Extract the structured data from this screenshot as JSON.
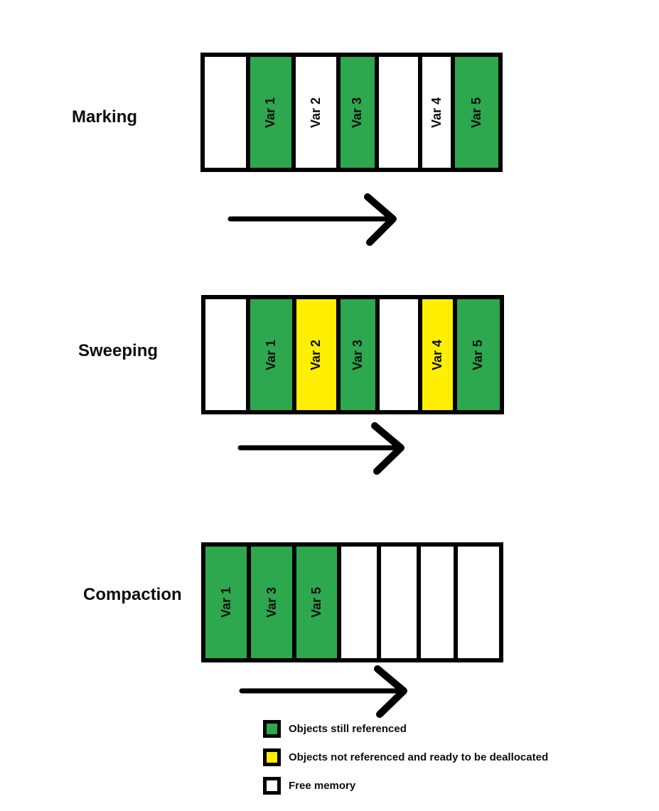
{
  "colors": {
    "referenced": "#2DA84E",
    "unreferenced": "#FEEE00",
    "free": "#FFFFFF",
    "outline": "#000000"
  },
  "stages": [
    {
      "label": "Marking",
      "cells": [
        {
          "type": "free",
          "label": ""
        },
        {
          "type": "referenced",
          "label": "Var 1"
        },
        {
          "type": "free",
          "label": "Var 2"
        },
        {
          "type": "referenced",
          "label": "Var 3"
        },
        {
          "type": "free",
          "label": ""
        },
        {
          "type": "free",
          "label": "Var 4"
        },
        {
          "type": "referenced",
          "label": "Var 5"
        }
      ]
    },
    {
      "label": "Sweeping",
      "cells": [
        {
          "type": "free",
          "label": ""
        },
        {
          "type": "referenced",
          "label": "Var 1"
        },
        {
          "type": "unreferenced",
          "label": "Var 2"
        },
        {
          "type": "referenced",
          "label": "Var 3"
        },
        {
          "type": "free",
          "label": ""
        },
        {
          "type": "unreferenced",
          "label": "Var 4"
        },
        {
          "type": "referenced",
          "label": "Var 5"
        }
      ]
    },
    {
      "label": "Compaction",
      "cells": [
        {
          "type": "referenced",
          "label": "Var 1"
        },
        {
          "type": "referenced",
          "label": "Var 3"
        },
        {
          "type": "referenced",
          "label": "Var 5"
        },
        {
          "type": "free",
          "label": ""
        },
        {
          "type": "free",
          "label": ""
        },
        {
          "type": "free",
          "label": ""
        },
        {
          "type": "free",
          "label": ""
        }
      ]
    }
  ],
  "legend": [
    {
      "swatch": "referenced",
      "label": "Objects still referenced"
    },
    {
      "swatch": "unreferenced",
      "label": "Objects not referenced and ready to be deallocated"
    },
    {
      "swatch": "free",
      "label": "Free memory"
    }
  ]
}
